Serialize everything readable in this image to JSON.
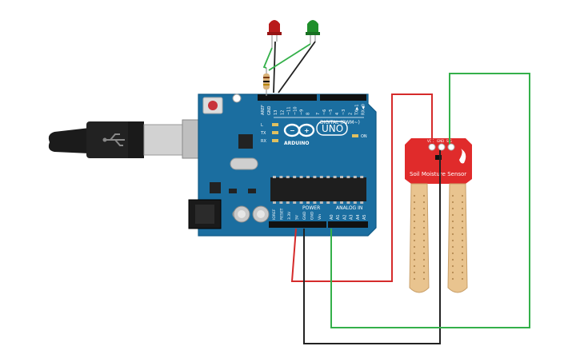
{
  "board": {
    "logo_text": "ARDUINO",
    "model": "UNO",
    "digital_label": "DIGITAL (PWM~)",
    "power_label": "POWER",
    "analog_label": "ANALOG IN",
    "on_label": "ON",
    "led_labels": [
      "L",
      "TX",
      "RX"
    ],
    "top_pin_labels": [
      "AREF",
      "GND",
      "13",
      "12",
      "~11",
      "~10",
      "~9",
      "8",
      "7",
      "~6",
      "~5",
      "4",
      "~3",
      "2",
      "TX▶1",
      "RX◀0"
    ],
    "power_pin_labels": [
      "IOREF",
      "RESET",
      "3.3V",
      "5V",
      "GND",
      "GND",
      "Vin"
    ],
    "analog_pin_labels": [
      "A0",
      "A1",
      "A2",
      "A3",
      "A4",
      "A5"
    ]
  },
  "sensor": {
    "label": "Soil Moisture Sensor",
    "pin_labels": [
      "VCC",
      "GND",
      "SIG"
    ]
  },
  "components": {
    "led_red_color": "#c81e1e",
    "led_green_color": "#1e9a2e"
  },
  "wires": {
    "red": "#d52b2b",
    "green": "#34b04a",
    "black": "#222222"
  }
}
